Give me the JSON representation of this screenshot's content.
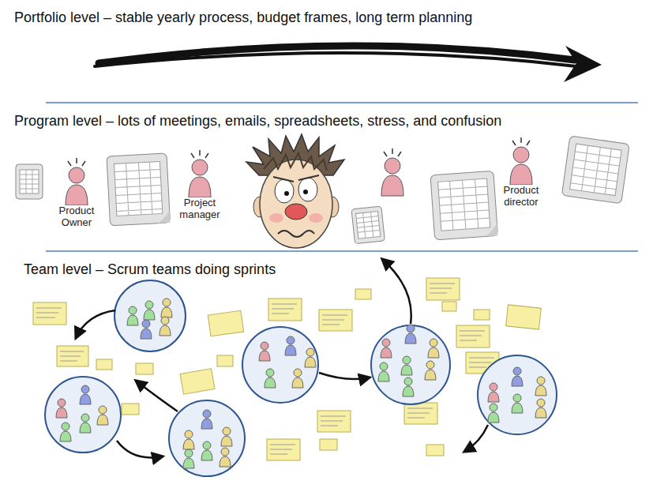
{
  "diagram": {
    "nodes": [
      {
        "text": [
          "Portfolio level – stable yearly process, budget frames, long term planning"
        ]
      },
      {
        "text": [
          "Program level – lots of meetings, emails, spreadsheets, stress, and confusion"
        ]
      },
      {
        "text": [
          "Product Owner"
        ],
        "in": 1
      },
      {
        "text": [
          "Project manager"
        ],
        "in": 1
      },
      {
        "text": [
          "Product director"
        ],
        "in": 1
      },
      {
        "text": [
          "Team level – Scrum teams doing sprints"
        ]
      }
    ]
  }
}
